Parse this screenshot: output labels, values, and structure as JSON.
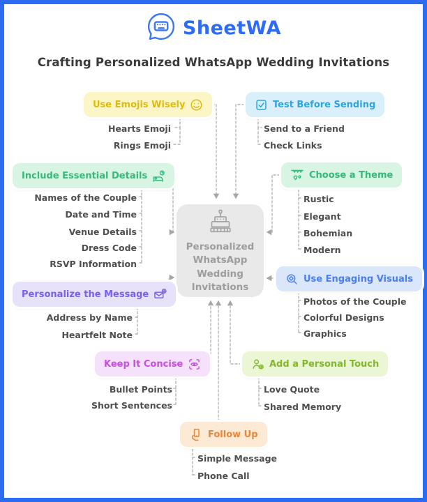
{
  "page": {
    "border_color": "#2b6cf0",
    "connector_color": "#b4b4b4",
    "background": "#ffffff"
  },
  "header": {
    "logo_text": "SheetWA",
    "logo_icon": "chat-bubble-keyboard-icon",
    "logo_color": "#2f6cf4",
    "title": "Crafting Personalized WhatsApp Wedding Invitations"
  },
  "center": {
    "label": "Personalized WhatsApp Wedding Invitations",
    "icon": "wedding-cake-icon",
    "bg": "#e9e9e9",
    "text_color": "#9d9d9d"
  },
  "branches": [
    {
      "label": "Use Emojis Wisely",
      "icon": "smiley-icon",
      "icon_side": "right",
      "color": "#ddba10",
      "bg": "#fcf6c6",
      "items": [
        "Hearts Emoji",
        "Rings Emoji"
      ]
    },
    {
      "label": "Test Before Sending",
      "icon": "checkbox-icon",
      "icon_side": "left",
      "color": "#2ca4dd",
      "bg": "#d9effa",
      "items": [
        "Send to a Friend",
        "Check Links"
      ]
    },
    {
      "label": "Include Essential Details",
      "icon": "bed-clock-icon",
      "icon_side": "right",
      "color": "#36b97b",
      "bg": "#d8f5e3",
      "items": [
        "Names of the Couple",
        "Date and Time",
        "Venue Details",
        "Dress Code",
        "RSVP Information"
      ]
    },
    {
      "label": "Choose a Theme",
      "icon": "garland-hearts-icon",
      "icon_side": "left",
      "color": "#36b97b",
      "bg": "#d8f5e3",
      "items": [
        "Rustic",
        "Elegant",
        "Bohemian",
        "Modern"
      ]
    },
    {
      "label": "Personalize the Message",
      "icon": "envelope-plus-icon",
      "icon_side": "right",
      "color": "#7a5ef0",
      "bg": "#e7e2fa",
      "items": [
        "Address by Name",
        "Heartfelt Note"
      ]
    },
    {
      "label": "Use Engaging Visuals",
      "icon": "magnifier-diamond-icon",
      "icon_side": "left",
      "color": "#4a7ef2",
      "bg": "#dae7fb",
      "items": [
        "Photos of the Couple",
        "Colorful Designs",
        "Graphics"
      ]
    },
    {
      "label": "Keep It Concise",
      "icon": "focus-eye-icon",
      "icon_side": "right",
      "color": "#c44fe0",
      "bg": "#f6e1fb",
      "items": [
        "Bullet Points",
        "Short Sentences"
      ]
    },
    {
      "label": "Add a Personal Touch",
      "icon": "person-plus-icon",
      "icon_side": "left",
      "color": "#82b82a",
      "bg": "#eaf6d4",
      "items": [
        "Love Quote",
        "Shared Memory"
      ]
    },
    {
      "label": "Follow Up",
      "icon": "hand-phone-icon",
      "icon_side": "left",
      "color": "#e8873c",
      "bg": "#fdead5",
      "items": [
        "Simple Message",
        "Phone Call"
      ]
    }
  ]
}
